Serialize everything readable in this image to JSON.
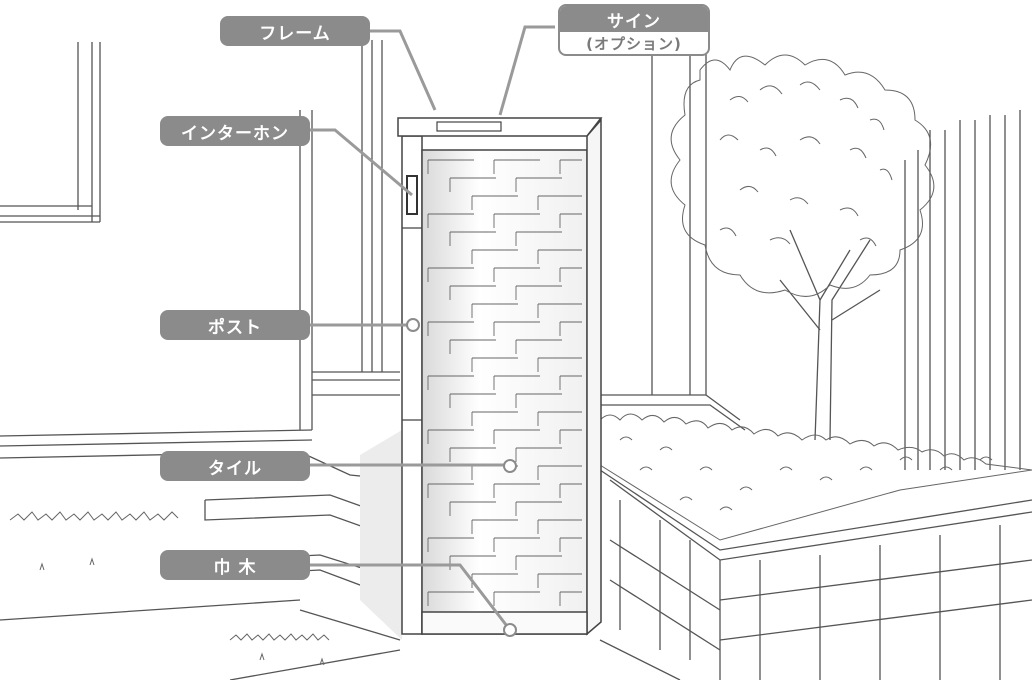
{
  "labels": {
    "frame": "フレーム",
    "sign": "サイン",
    "sign_option": "(オプション)",
    "intercom": "インターホン",
    "post": "ポスト",
    "tile": "タイル",
    "baseboard": "巾 木"
  },
  "colors": {
    "label_bg": "#8b8b8b",
    "leader_line": "#9a9a9a",
    "line_art": "#555555",
    "pillar_face": "#f2f2f2"
  }
}
